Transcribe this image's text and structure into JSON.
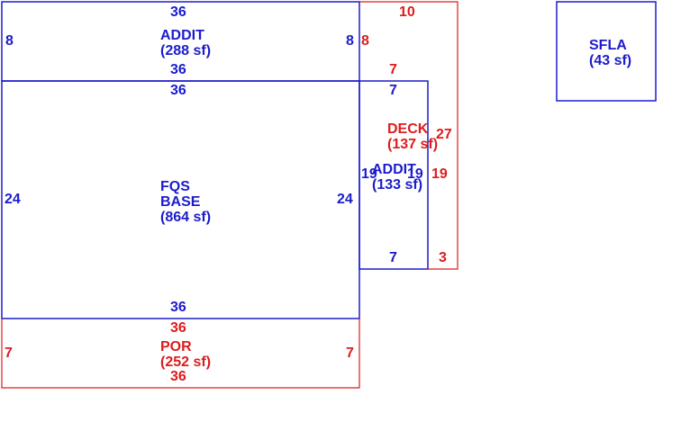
{
  "colors": {
    "blue": "#1c1ccc",
    "red": "#dd1c1c"
  },
  "areas": {
    "addit_top": {
      "name": "ADDIT",
      "area": "(288 sf)"
    },
    "fqs_base": {
      "name_line1": "FQS",
      "name_line2": "BASE",
      "area": "(864 sf)"
    },
    "deck": {
      "name": "DECK",
      "area": "(137 sf)"
    },
    "addit_right": {
      "name": "ADDIT",
      "area": "(133 sf)"
    },
    "por": {
      "name": "POR",
      "area": "(252 sf)"
    },
    "sfla": {
      "name": "SFLA",
      "area": "(43 sf)"
    }
  },
  "dimensions": {
    "addit_top": {
      "top": "36",
      "bottom": "36",
      "left": "8",
      "right": "8"
    },
    "fqs_base": {
      "top": "36",
      "bottom": "36",
      "left": "24",
      "right": "24"
    },
    "deck": {
      "top": "10",
      "left_upper": "8",
      "inner_top": "7",
      "right": "27",
      "right_lower": "19",
      "bottom": "3"
    },
    "addit_right": {
      "top": "7",
      "bottom": "7",
      "left": "19",
      "right": "19"
    },
    "por": {
      "top": "36",
      "bottom": "36",
      "left": "7",
      "right": "7"
    }
  }
}
